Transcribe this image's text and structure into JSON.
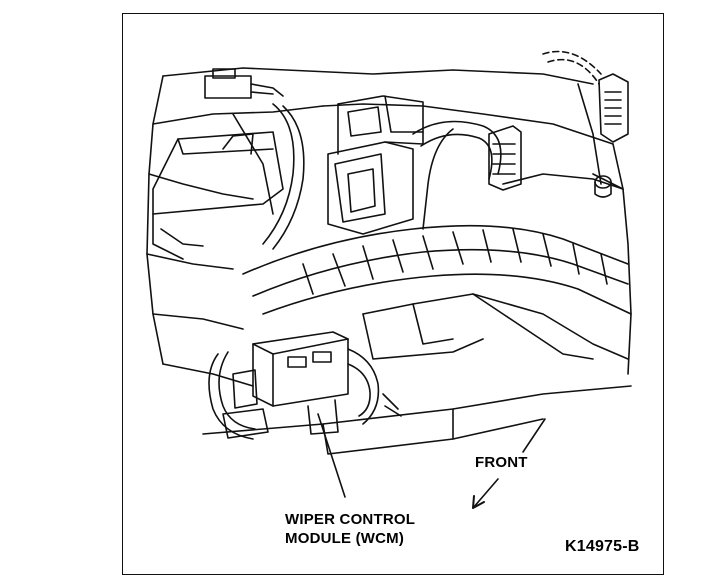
{
  "labels": {
    "front": "FRONT",
    "wcm_line1": "WIPER CONTROL",
    "wcm_line2": "MODULE (WCM)",
    "figure_id": "K14975-B"
  }
}
